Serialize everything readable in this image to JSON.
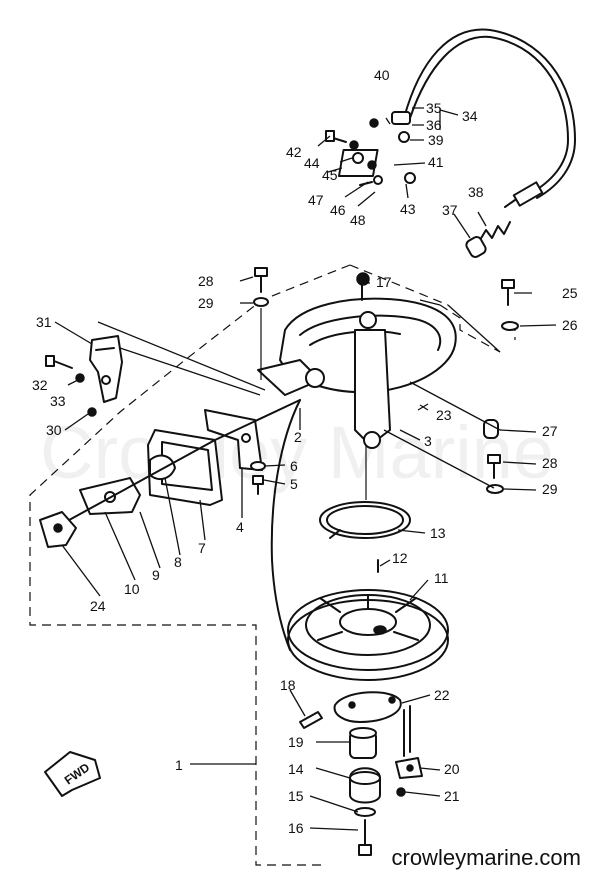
{
  "watermark": "Crowley Marine",
  "site_url": "crowleymarine.com",
  "fwd_label": "FWD",
  "callouts": [
    {
      "id": "p1",
      "text": "1"
    },
    {
      "id": "p2",
      "text": "2"
    },
    {
      "id": "p3",
      "text": "3"
    },
    {
      "id": "p4",
      "text": "4"
    },
    {
      "id": "p5",
      "text": "5"
    },
    {
      "id": "p6",
      "text": "6"
    },
    {
      "id": "p7",
      "text": "7"
    },
    {
      "id": "p8",
      "text": "8"
    },
    {
      "id": "p9",
      "text": "9"
    },
    {
      "id": "p10",
      "text": "10"
    },
    {
      "id": "p11",
      "text": "11"
    },
    {
      "id": "p12",
      "text": "12"
    },
    {
      "id": "p13",
      "text": "13"
    },
    {
      "id": "p14",
      "text": "14"
    },
    {
      "id": "p15",
      "text": "15"
    },
    {
      "id": "p16",
      "text": "16"
    },
    {
      "id": "p17",
      "text": "17"
    },
    {
      "id": "p18",
      "text": "18"
    },
    {
      "id": "p19",
      "text": "19"
    },
    {
      "id": "p20",
      "text": "20"
    },
    {
      "id": "p21",
      "text": "21"
    },
    {
      "id": "p22",
      "text": "22"
    },
    {
      "id": "p23",
      "text": "23"
    },
    {
      "id": "p24",
      "text": "24"
    },
    {
      "id": "p25",
      "text": "25"
    },
    {
      "id": "p26",
      "text": "26"
    },
    {
      "id": "p27",
      "text": "27"
    },
    {
      "id": "p28a",
      "text": "28"
    },
    {
      "id": "p28b",
      "text": "28"
    },
    {
      "id": "p29a",
      "text": "29"
    },
    {
      "id": "p29b",
      "text": "29"
    },
    {
      "id": "p30",
      "text": "30"
    },
    {
      "id": "p31",
      "text": "31"
    },
    {
      "id": "p32",
      "text": "32"
    },
    {
      "id": "p33",
      "text": "33"
    },
    {
      "id": "p34",
      "text": "34"
    },
    {
      "id": "p35",
      "text": "35"
    },
    {
      "id": "p36",
      "text": "36"
    },
    {
      "id": "p37",
      "text": "37"
    },
    {
      "id": "p38",
      "text": "38"
    },
    {
      "id": "p39",
      "text": "39"
    },
    {
      "id": "p40",
      "text": "40"
    },
    {
      "id": "p41",
      "text": "41"
    },
    {
      "id": "p42",
      "text": "42"
    },
    {
      "id": "p43",
      "text": "43"
    },
    {
      "id": "p44",
      "text": "44"
    },
    {
      "id": "p45",
      "text": "45"
    },
    {
      "id": "p46",
      "text": "46"
    },
    {
      "id": "p47",
      "text": "47"
    },
    {
      "id": "p48",
      "text": "48"
    }
  ]
}
